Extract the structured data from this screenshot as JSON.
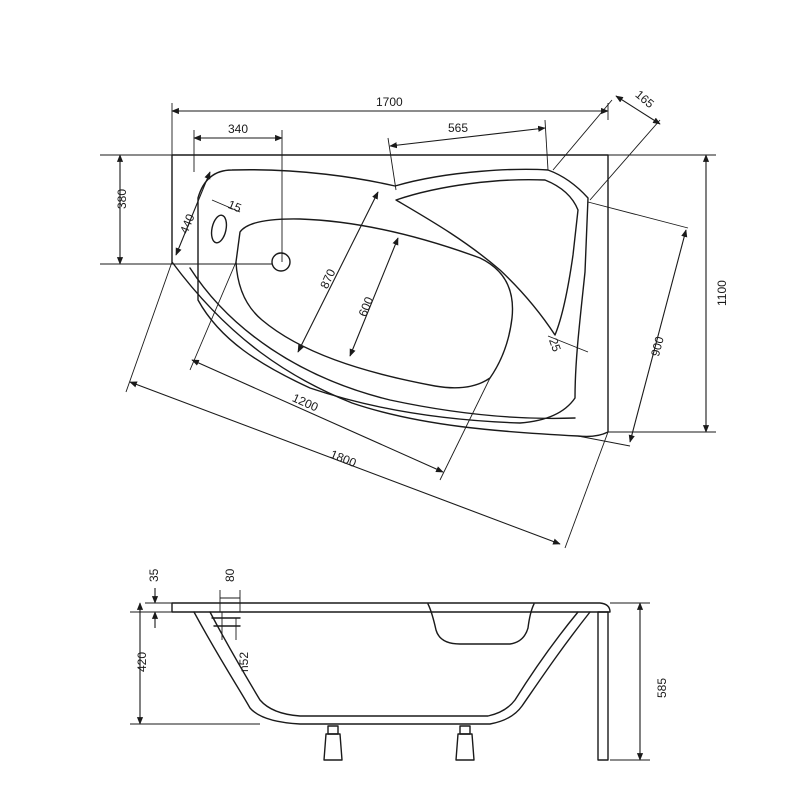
{
  "dimensions": {
    "width_1700": "1700",
    "offset_340": "340",
    "length_565": "565",
    "corner_165": "165",
    "height_380": "380",
    "angle_440": "440",
    "radius_15": "15",
    "depth_870": "870",
    "depth_600": "600",
    "radius_25": "25",
    "side_900": "900",
    "height_1100": "1100",
    "length_1200": "1200",
    "length_1800": "1800",
    "rim_35": "35",
    "rim_80": "80",
    "height_420": "420",
    "drain_n52": "n52",
    "height_585": "585"
  },
  "colors": {
    "line": "#1a1a1a",
    "background": "#ffffff"
  }
}
